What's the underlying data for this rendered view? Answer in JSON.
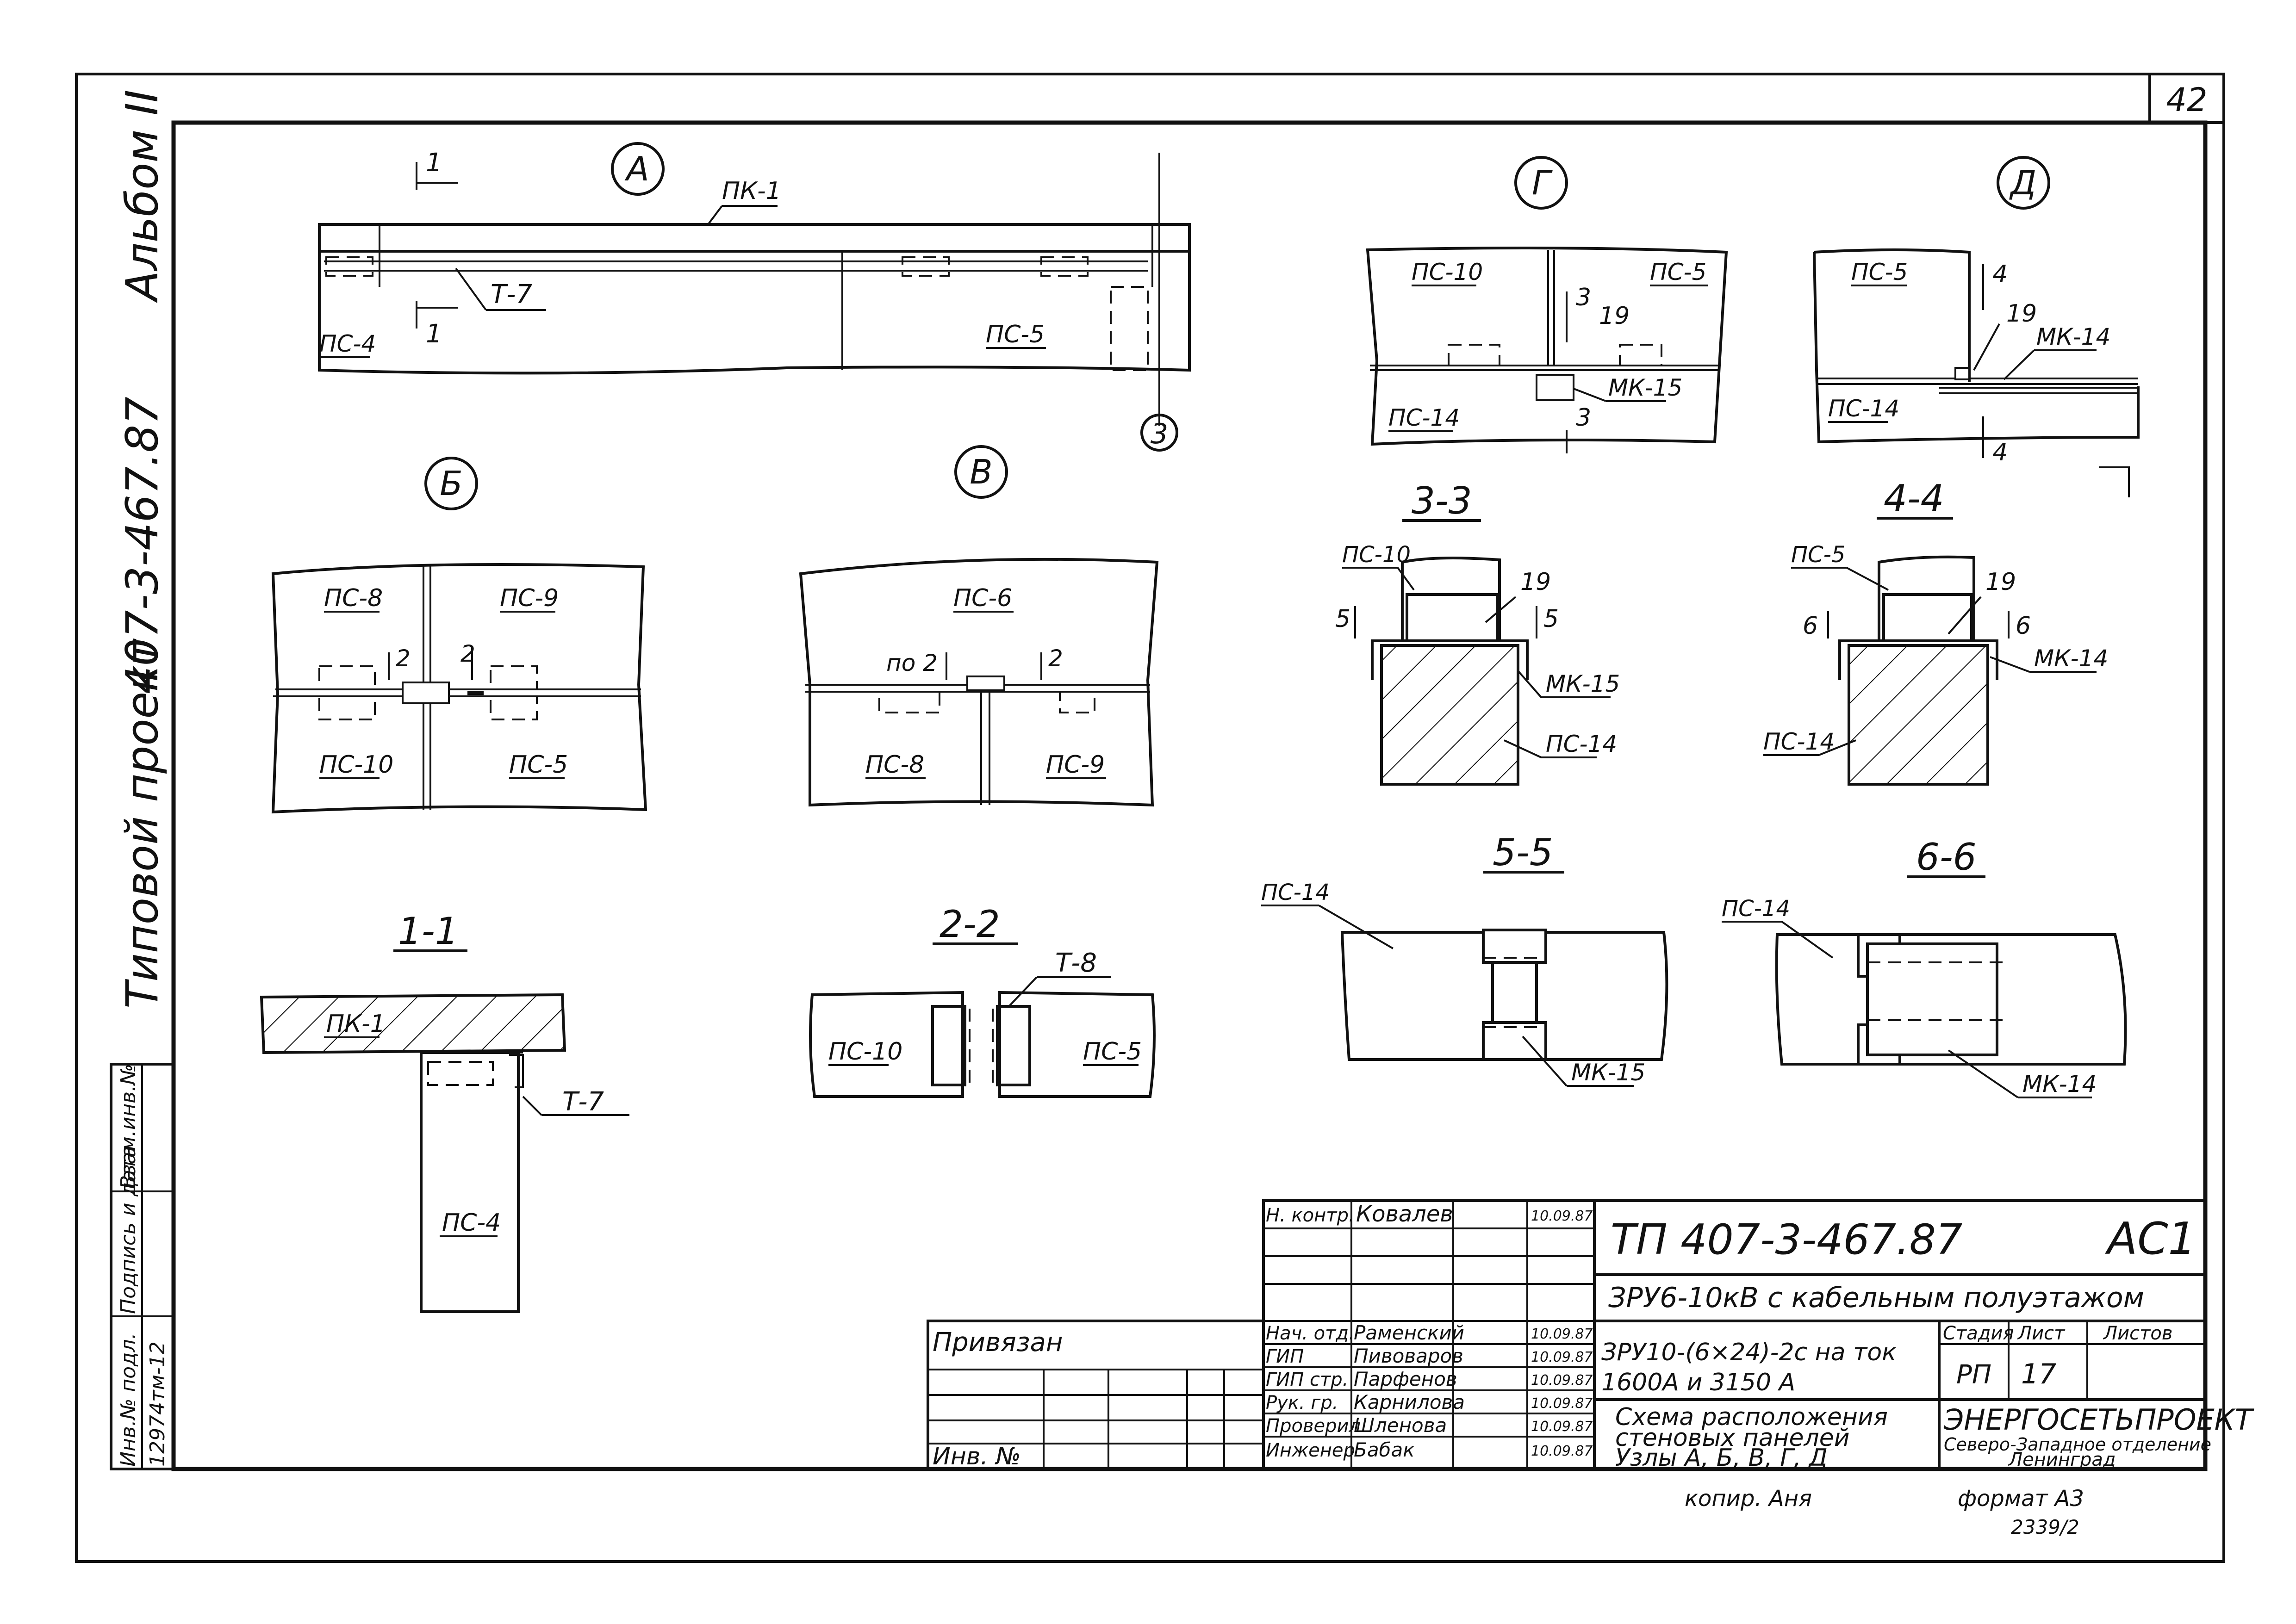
{
  "sheet": {
    "page_no": "42",
    "album": "Альбом II",
    "project_prefix": "Типовой проект",
    "project_no": "407-3-467.87",
    "side_stamp": [
      "Инв.№ подл.",
      "Подпись и дата",
      "Взам.инв.№"
    ],
    "side_inv_value": "12974тм-12"
  },
  "nodes": {
    "A": {
      "title": "А",
      "labels": [
        "ПК-1",
        "Т-7",
        "ПС-4",
        "ПС-5"
      ],
      "cut_mark": "1",
      "axis": "3"
    },
    "B": {
      "title": "Б",
      "labels": [
        "ПС-8",
        "ПС-9",
        "ПС-10",
        "ПС-5"
      ],
      "cut_mark": "2"
    },
    "V": {
      "title": "В",
      "labels": [
        "ПС-6",
        "ПС-8",
        "ПС-9"
      ],
      "cut_mark": "2",
      "note": "по 2"
    },
    "G": {
      "title": "Г",
      "labels": [
        "ПС-10",
        "ПС-5",
        "ПС-14",
        "МК-15"
      ],
      "cut_mark": "3",
      "pos": "19"
    },
    "D": {
      "title": "Д",
      "labels": [
        "ПС-5",
        "ПС-14",
        "МК-14"
      ],
      "cut_mark": "4",
      "pos": "19"
    }
  },
  "sections": {
    "s11": {
      "title": "1-1",
      "labels": [
        "ПК-1",
        "Т-7",
        "ПС-4"
      ]
    },
    "s22": {
      "title": "2-2",
      "labels": [
        "Т-8",
        "ПС-10",
        "ПС-5"
      ]
    },
    "s33": {
      "title": "3-3",
      "labels": [
        "ПС-10",
        "19",
        "МК-15",
        "ПС-14"
      ],
      "cut_mark": "5"
    },
    "s44": {
      "title": "4-4",
      "labels": [
        "ПС-5",
        "19",
        "МК-14",
        "ПС-14"
      ],
      "cut_mark": "6"
    },
    "s55": {
      "title": "5-5",
      "labels": [
        "ПС-14",
        "МК-15"
      ]
    },
    "s66": {
      "title": "6-6",
      "labels": [
        "ПС-14",
        "МК-14"
      ]
    }
  },
  "title_block": {
    "doc_no": "ТП  407-3-467.87",
    "mark": "АС1",
    "object": "ЗРУ6-10кВ  с кабельным полуэтажом",
    "subject_l1": "ЗРУ10-(6×24)-2с на ток",
    "subject_l2": "1600А   и  3150 А",
    "sheet_title_l1": "Схема расположения",
    "sheet_title_l2": "стеновых панелей",
    "sheet_title_l3": "Узлы А, Б, В, Г, Д",
    "stage_label": "Стадия",
    "sheet_label": "Лист",
    "sheets_label": "Листов",
    "stage": "РП",
    "sheet_no": "17",
    "sheets": "",
    "org_l1": "ЭНЕРГОСЕТЬПРОЕКТ",
    "org_l2": "Северо-Западное отделение",
    "org_l3": "Ленинград",
    "privyazan": "Привязан",
    "inv_label": "Инв. №",
    "signers": [
      {
        "role": "Н. контр.",
        "name": "Ковалев",
        "date": "10.09.87"
      },
      {
        "role": "Нач. отд.",
        "name": "Раменский",
        "date": "10.09.87"
      },
      {
        "role": "ГИП",
        "name": "Пивоваров",
        "date": "10.09.87"
      },
      {
        "role": "ГИП стр.",
        "name": "Парфенов",
        "date": "10.09.87"
      },
      {
        "role": "Рук. гр.",
        "name": "Карнилова",
        "date": "10.09.87"
      },
      {
        "role": "Проверил",
        "name": "Шленова",
        "date": "10.09.87"
      },
      {
        "role": "Инженер",
        "name": "Бабак",
        "date": "10.09.87"
      }
    ],
    "copied": "копир. Аня",
    "format": "формат А3",
    "sheet_code": "2339/2"
  }
}
